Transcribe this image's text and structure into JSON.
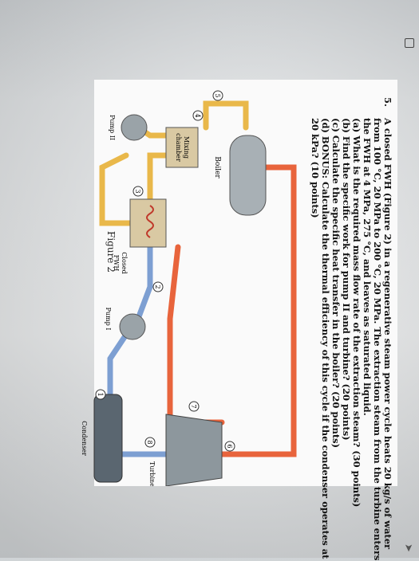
{
  "problem": {
    "number": "5.",
    "lines": [
      "A closed FWH (Figure 2) in a regenerative steam power cycle heats 20 kg/s of water",
      "from 100 °C, 20 MPa to 200 °C, 20 MPa. The extraction steam from the turbine enters",
      "the FWH at 4 MPa, 275 °C, and leaves as saturated liquid.",
      "(a) What is the required mass flow rate of the extraction steam? (30 points)",
      "(b) Find the specific work for pump II and turbine? (20 points)",
      "(c) Calculate the specific heat transfer in the boiler? (20 points)",
      "(d) BONUS: Calculate the thermal efficiency of this cycle if the condenser operates at",
      "    20 kPa? (10 points)"
    ]
  },
  "figure": {
    "caption": "Figure 2",
    "labels": {
      "boiler": "Boiler",
      "mixing_chamber_1": "Mixing",
      "mixing_chamber_2": "chamber",
      "pump2": "Pump II",
      "closed_fwh_1": "Closed",
      "closed_fwh_2": "FWH",
      "pump1": "Pump I",
      "condenser": "Condenser",
      "turbine": "Turbine"
    },
    "states": [
      "1",
      "2",
      "3",
      "4",
      "5",
      "6",
      "7",
      "8"
    ]
  },
  "colors": {
    "steam": "#e8643c",
    "water": "#e9b84a",
    "cold": "#7d9fd2",
    "equipment": "#9aa3a8"
  }
}
